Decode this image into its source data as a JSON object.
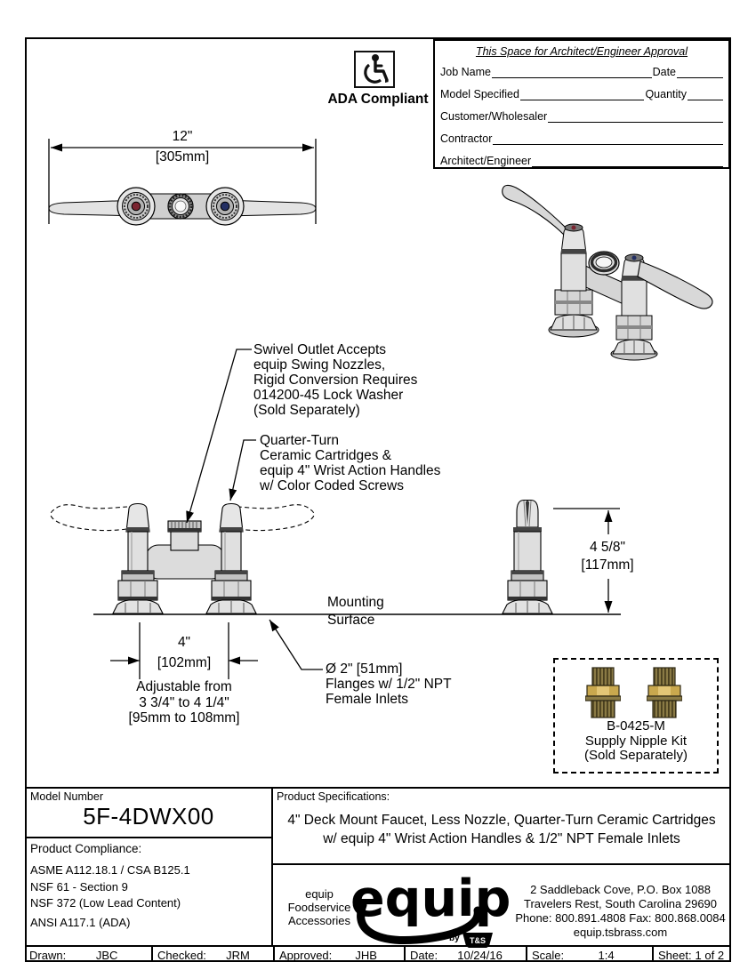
{
  "ada": {
    "label": "ADA Compliant"
  },
  "approval_box": {
    "title": "This Space for Architect/Engineer Approval",
    "rows": [
      {
        "label": "Job Name",
        "label2": "Date"
      },
      {
        "label": "Model Specified",
        "label2": "Quantity"
      },
      {
        "label": "Customer/Wholesaler"
      },
      {
        "label": "Contractor"
      },
      {
        "label": "Architect/Engineer"
      }
    ]
  },
  "dimensions": {
    "width_in": "12\"",
    "width_mm": "[305mm]",
    "height_in": "4 5/8\"",
    "height_mm": "[117mm]",
    "centers_in": "4\"",
    "centers_mm": "[102mm]",
    "adjustable": [
      "Adjustable from",
      "3 3/4\" to 4 1/4\"",
      "[95mm to 108mm]"
    ]
  },
  "callouts": {
    "swivel": [
      "Swivel Outlet Accepts",
      "equip Swing Nozzles,",
      "Rigid Conversion Requires",
      "014200-45 Lock Washer",
      "(Sold Separately)"
    ],
    "quarter_turn": [
      "Quarter-Turn",
      "Ceramic Cartridges &",
      "equip 4\" Wrist Action Handles",
      "w/ Color Coded Screws"
    ],
    "mounting": [
      "Mounting",
      "Surface"
    ],
    "flanges": [
      "Ø 2\" [51mm]",
      "Flanges w/ 1/2\" NPT",
      "Female Inlets"
    ]
  },
  "nipple_kit": {
    "model": "B-0425-M",
    "name": "Supply Nipple Kit",
    "note": "(Sold Separately)"
  },
  "title_block": {
    "model_number_label": "Model Number",
    "model_number": "5F-4DWX00",
    "compliance_label": "Product Compliance:",
    "compliance": [
      "ASME A112.18.1 / CSA B125.1",
      "NSF 61 - Section 9",
      "NSF 372 (Low Lead Content)",
      "ANSI A117.1 (ADA)"
    ],
    "specs_label": "Product Specifications:",
    "specs": [
      "4\" Deck Mount Faucet, Less Nozzle, Quarter-Turn Ceramic Cartridges",
      "w/ equip 4\" Wrist Action Handles & 1/2\" NPT Female Inlets"
    ],
    "brand": {
      "tagline": [
        "equip",
        "Foodservice",
        "Accessories"
      ],
      "logo_text": "equip",
      "logo_by": "by",
      "logo_ts": "T&S",
      "address": [
        "2 Saddleback Cove, P.O. Box 1088",
        "Travelers Rest, South Carolina 29690",
        "Phone: 800.891.4808  Fax: 800.868.0084",
        "equip.tsbrass.com"
      ]
    },
    "footer": [
      {
        "label": "Drawn:",
        "value": "JBC"
      },
      {
        "label": "Checked:",
        "value": "JRM"
      },
      {
        "label": "Approved:",
        "value": "JHB"
      },
      {
        "label": "Date:",
        "value": "10/24/16"
      },
      {
        "label": "Scale:",
        "value": "1:4"
      },
      {
        "label": "Sheet:",
        "value": "1  of  2"
      }
    ]
  },
  "colors": {
    "line": "#000000",
    "metal_light": "#e6e6e6",
    "metal_mid": "#cfcfcf",
    "metal_dark": "#8a8a8a",
    "brass": "#8a7a45",
    "brass_dark": "#4a3f1e",
    "brass_light": "#e3c676",
    "hot_red": "#7a2430",
    "cold_blue": "#232f63"
  }
}
